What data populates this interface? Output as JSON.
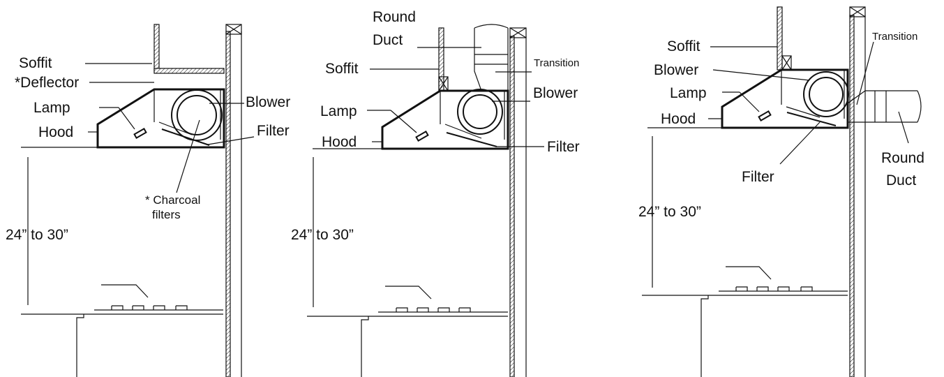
{
  "colors": {
    "ink": "#111111",
    "background": "#ffffff"
  },
  "panels": [
    {
      "labels": {
        "soffit": "Soffit",
        "deflector": "*Deflector",
        "blower": "Blower",
        "lamp": "Lamp",
        "hood": "Hood",
        "filter": "Filter",
        "charcoal_1": "* Charcoal",
        "charcoal_2": "filters",
        "height": "24” to 30”"
      }
    },
    {
      "labels": {
        "round_duct_1": "Round",
        "round_duct_2": "Duct",
        "soffit": "Soffit",
        "transition": "Transition",
        "blower": "Blower",
        "lamp": "Lamp",
        "hood": "Hood",
        "filter": "Filter",
        "height": "24” to 30”"
      }
    },
    {
      "labels": {
        "soffit": "Soffit",
        "transition": "Transition",
        "blower": "Blower",
        "lamp": "Lamp",
        "hood": "Hood",
        "filter": "Filter",
        "round_duct_1": "Round",
        "round_duct_2": "Duct",
        "height": "24” to 30”"
      }
    }
  ]
}
